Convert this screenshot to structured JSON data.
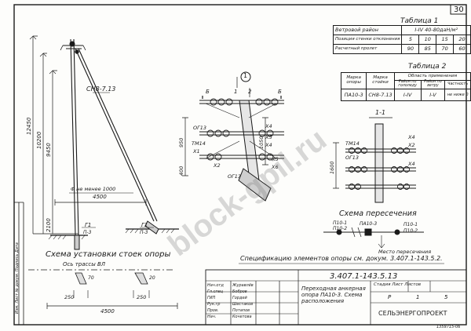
{
  "sheet_number": "30",
  "watermark": "block-gpil.ru",
  "table1": {
    "title": "Таблица 1",
    "wind_label": "Ветровой район",
    "wind_value": "I-IV  40-80даН/м²",
    "row1_label": "Позиция стенки отклонения",
    "row1_values": [
      "5",
      "10",
      "15",
      "20"
    ],
    "row2_label": "Расчетный пролет",
    "row2_values": [
      "90",
      "85",
      "70",
      "60"
    ]
  },
  "table2": {
    "title": "Таблица 2",
    "headers": [
      "Марка опоры",
      "Марка стойки",
      "Область применения",
      "Район по гололеду",
      "Район по ветру",
      "Частность"
    ],
    "row": [
      "ПА10-3",
      "СН8-7.13",
      "I-IV",
      "I-V",
      "не ниже 0"
    ]
  },
  "main_view": {
    "pole_mark": "СН8-7.13",
    "marker_g1": "Г1",
    "marker_p3": "П-3",
    "dimensions": [
      "12450",
      "10200",
      "9450",
      "2100",
      "4500"
    ],
    "annotation_min": "Φ не менее 1000",
    "caption": "Схема установки стоек опоры"
  },
  "crossarm_view": {
    "circle_label": "1",
    "labels": [
      "Б",
      "1",
      "2",
      "Б",
      "Х4",
      "ОГ13",
      "Х5",
      "Х4",
      "ТМ14",
      "Х1",
      "Х2",
      "ОГ13",
      "Х5",
      "Х6"
    ],
    "dims": [
      "950",
      "1050",
      "400"
    ]
  },
  "section_view": {
    "label": "1-1",
    "labels": [
      "Х4",
      "ТМ14",
      "Х2",
      "ОГ13",
      "Х4"
    ],
    "dim": "1600"
  },
  "crossing_scheme": {
    "caption": "Схема пересечения",
    "tags": [
      "П10-1",
      "П10-2",
      "ПА10-3",
      "П10-1",
      "П10-2"
    ],
    "note": "Место пересечения"
  },
  "ground_scheme": {
    "axis_label": "Ось трассы ВЛ",
    "dims": [
      "250",
      "250",
      "4500",
      "70",
      "20"
    ]
  },
  "spec_note": "Спецификацию элементов опоры см. докум. 3.407.1-143.5.2.",
  "title_block": {
    "doc_code": "3.407.1-143.5.13",
    "description": "Переходная анкерная опора ПА10-3. Схема расположения",
    "stage_header": "Стадия Лист Листов",
    "stage_values": [
      "Р",
      "1",
      "5"
    ],
    "org": "СЕЛЬЭНЕРГОПРОЕКТ",
    "roles": [
      "Нач.отд",
      "Гл.спец",
      "ГИП",
      "Рук.гр",
      "Пров.",
      "Нач."
    ],
    "names": [
      "Журавлёв",
      "Бобров",
      "Гордей",
      "Шестаков",
      "Потапов",
      "Кочетова"
    ]
  },
  "side_stamp": "Изм. Лист  № докум.  Подпись  Дата",
  "footer_code": "1359715-06"
}
